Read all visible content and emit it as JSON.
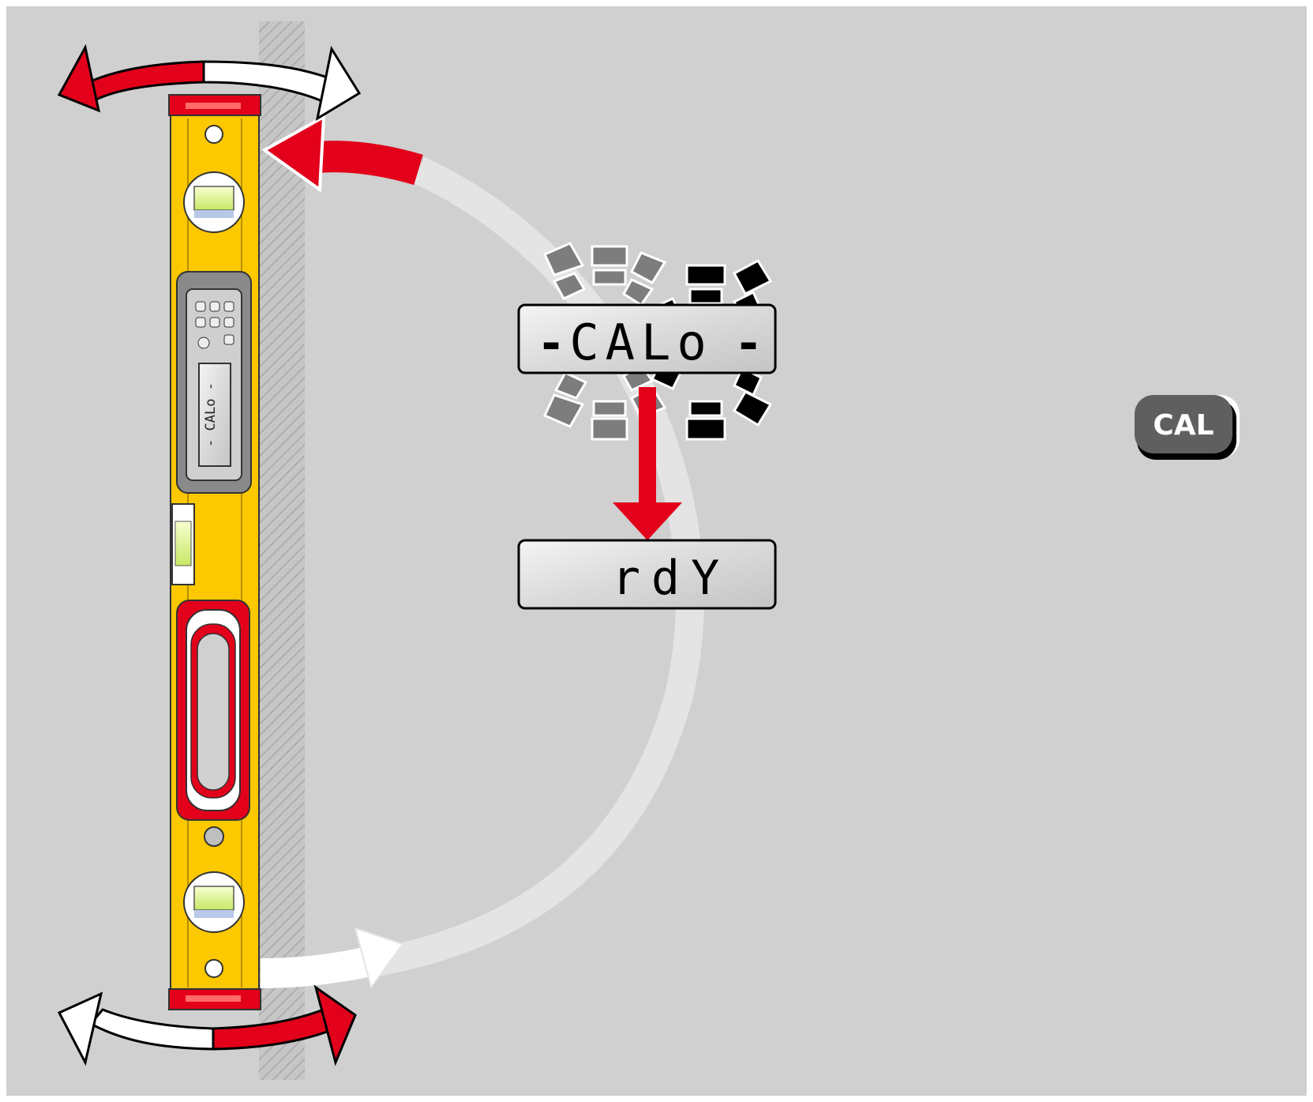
{
  "colors": {
    "background": "#d0d0d0",
    "level_body": "#fcc800",
    "accent_red": "#e2001a",
    "arc_light": "#e4e4e4",
    "button_fill": "#5f5f5f",
    "lcd_fill": "#dcdcdc"
  },
  "display_main": {
    "dash_left": "-",
    "text": "CALo",
    "dash_right": "-"
  },
  "display_result": {
    "text": "rdY"
  },
  "device_display": {
    "text": "- CALo -"
  },
  "cal_button": {
    "label": "CAL"
  },
  "icons": [
    "rotate-arrow-top-icon",
    "rotate-arrow-bottom-icon",
    "flip-arc-icon",
    "down-arrow-icon",
    "blink-rays-icon",
    "spirit-level-icon",
    "wall-hatch-icon"
  ]
}
